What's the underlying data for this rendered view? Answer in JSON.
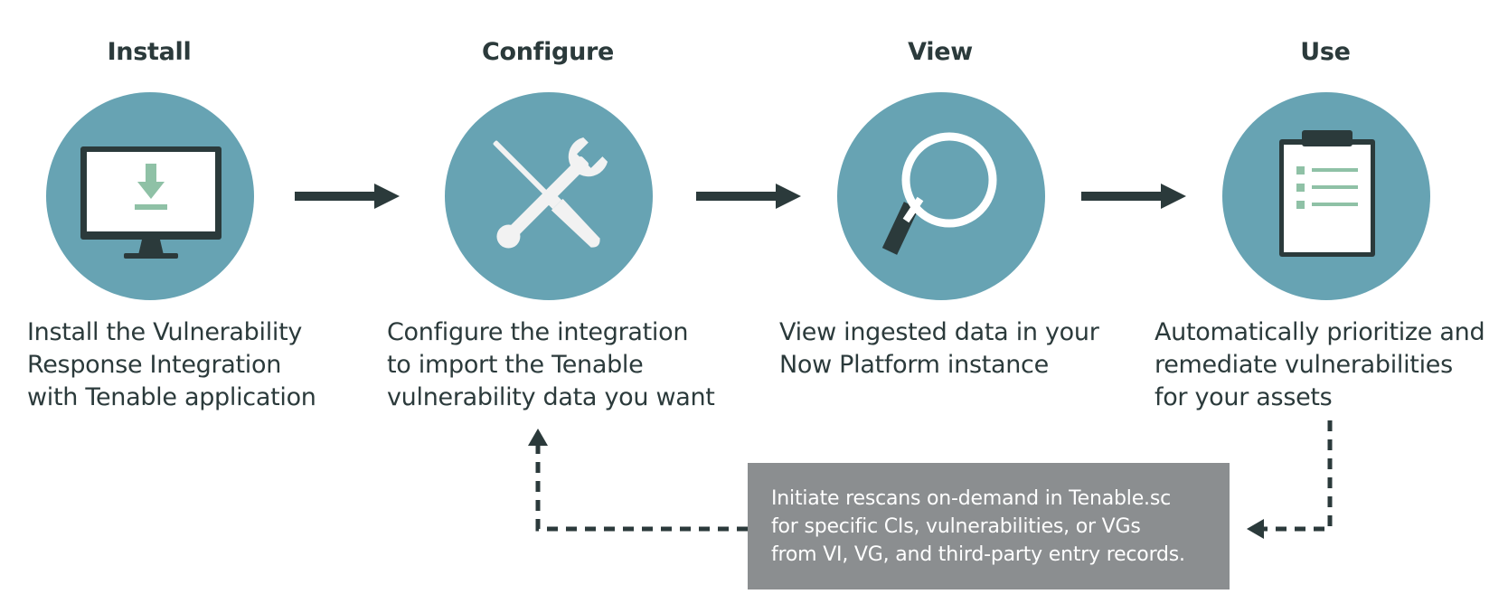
{
  "steps": [
    {
      "title": "Install",
      "icon": "monitor-download-icon",
      "description": [
        "Install the Vulnerability",
        "Response Integration",
        "with Tenable application"
      ]
    },
    {
      "title": "Configure",
      "icon": "wrench-screwdriver-icon",
      "description": [
        "Configure the integration",
        "to import the Tenable",
        "vulnerability data you want"
      ]
    },
    {
      "title": "View",
      "icon": "magnifier-icon",
      "description": [
        "View ingested data in your",
        "Now Platform instance"
      ]
    },
    {
      "title": "Use",
      "icon": "clipboard-checklist-icon",
      "description": [
        "Automatically prioritize and",
        "remediate vulnerabilities",
        "for your assets"
      ]
    }
  ],
  "rescan": {
    "lines": [
      "Initiate rescans on-demand in Tenable.sc",
      "for specific CIs, vulnerabilities, or VGs",
      "from VI, VG, and third-party entry records."
    ]
  },
  "colors": {
    "circle": "#67a3b3",
    "dark": "#2b3a3b",
    "accent_green": "#8fc1a6",
    "box": "#8b8e90",
    "icon_light": "#f2f2f2"
  }
}
